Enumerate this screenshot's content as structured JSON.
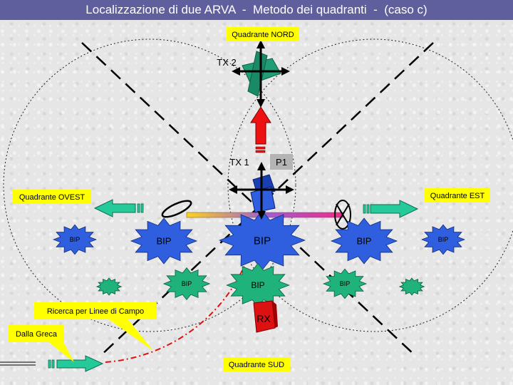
{
  "title": "Localizzazione di due ARVA  -  Metodo dei quadranti  -  (caso c)",
  "quadrants": {
    "north": "Quadrante NORD",
    "south": "Quadrante SUD",
    "west": "Quadrante OVEST",
    "east": "Quadrante EST"
  },
  "labels": {
    "tx2": "TX 2",
    "tx1": "TX 1",
    "p1": "P1",
    "rx": "RX",
    "bip": "BIP",
    "field_lines_search": "Ricerca per Linee di Campo",
    "from_greca": "Dalla Greca"
  },
  "colors": {
    "title_bar": "#5f5f9e",
    "callout": "#ffff00",
    "bip_blue": "#2f5fdf",
    "bip_green": "#1fb27a",
    "arrow_green": "#26c99a",
    "pointer_red": "#ee1111",
    "rx_red": "#dd1111"
  }
}
